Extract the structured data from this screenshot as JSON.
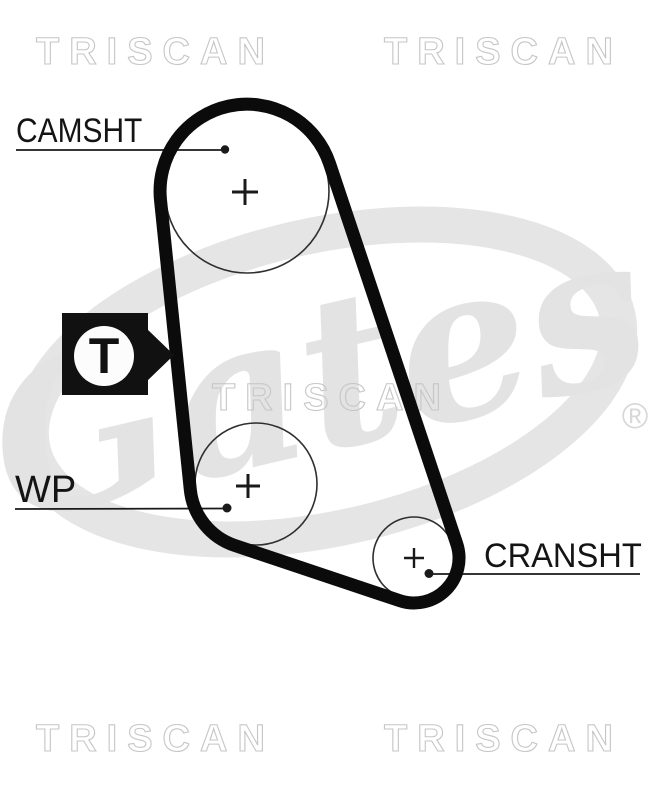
{
  "watermarks": {
    "triscan": "TRISCAN",
    "brand": "Gates",
    "registered": "®"
  },
  "labels": {
    "camshaft": "CAMSHT",
    "water_pump": "WP",
    "crankshaft": "CRANSHT",
    "tensioner": "T"
  },
  "colors": {
    "background": "#ffffff",
    "belt": "#0b0b0b",
    "pulley_outline": "#2f2f2f",
    "label_text": "#141414",
    "leader_line": "#1a1a1a",
    "triscan_outline": "#c6c6c6",
    "gates_gray": "#e3e3e3",
    "tensioner_box": "#111111"
  }
}
